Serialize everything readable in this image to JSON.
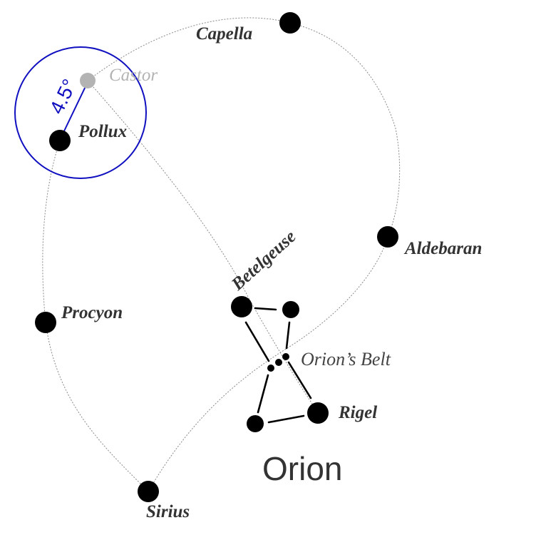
{
  "stars": {
    "capella": {
      "label": "Capella"
    },
    "castor": {
      "label": "Castor"
    },
    "pollux": {
      "label": "Pollux"
    },
    "aldebaran": {
      "label": "Aldebaran"
    },
    "betelgeuse": {
      "label": "Betelgeuse"
    },
    "procyon": {
      "label": "Procyon"
    },
    "rigel": {
      "label": "Rigel"
    },
    "sirius": {
      "label": "Sirius"
    }
  },
  "asterism": {
    "belt_label": "Orion’s Belt"
  },
  "constellation": {
    "title": "Orion"
  },
  "angle": {
    "label": "4.5°"
  },
  "colors": {
    "star": "#000000",
    "castor": "#b3b3b3",
    "angle_circle": "#1010c0",
    "dotted_line": "#8a8a8a",
    "text": "#333333"
  }
}
